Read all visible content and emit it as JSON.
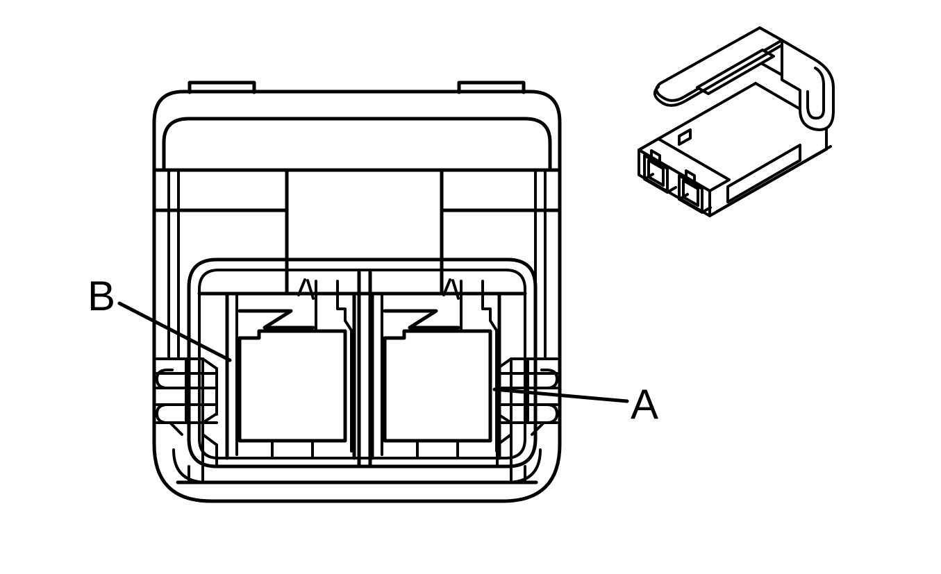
{
  "diagram": {
    "background_color": "#ffffff",
    "line_color": "#000000",
    "views": {
      "front_view_name": "connector-face-view",
      "iso_view_name": "secondary-lock-clip-isometric-view"
    },
    "labels": [
      {
        "text": "B",
        "position": "left-of-connector",
        "points_to": "left-terminal-cavity-wall"
      },
      {
        "text": "A",
        "position": "right-of-connector",
        "points_to": "right-terminal-cavity-wall"
      }
    ]
  }
}
